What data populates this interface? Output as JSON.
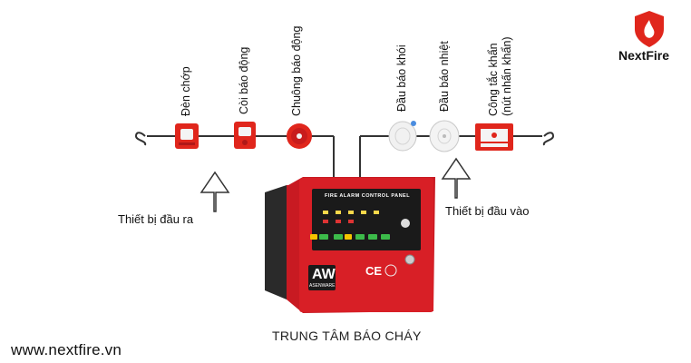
{
  "brand": {
    "name": "NextFire",
    "website": "www.nextfire.vn"
  },
  "output_devices": {
    "label": "Thiết bị đầu ra",
    "items": [
      "Đèn chớp",
      "Còi báo động",
      "Chuông báo động"
    ]
  },
  "input_devices": {
    "label": "Thiết bị đầu vào",
    "items": [
      "Đầu báo khói",
      "Đầu báo nhiệt",
      "Công tắc khẩn",
      "(nút nhấn khẩn)"
    ]
  },
  "panel": {
    "caption": "TRUNG TÂM BÁO CHÁY",
    "header": "FIRE ALARM CONTROL PANEL",
    "logo": "AW",
    "logo_sub": "ASENWARE",
    "mark": "CE"
  },
  "colors": {
    "brand_red": "#e0261c",
    "panel_red": "#d81f26",
    "line": "#333333"
  }
}
